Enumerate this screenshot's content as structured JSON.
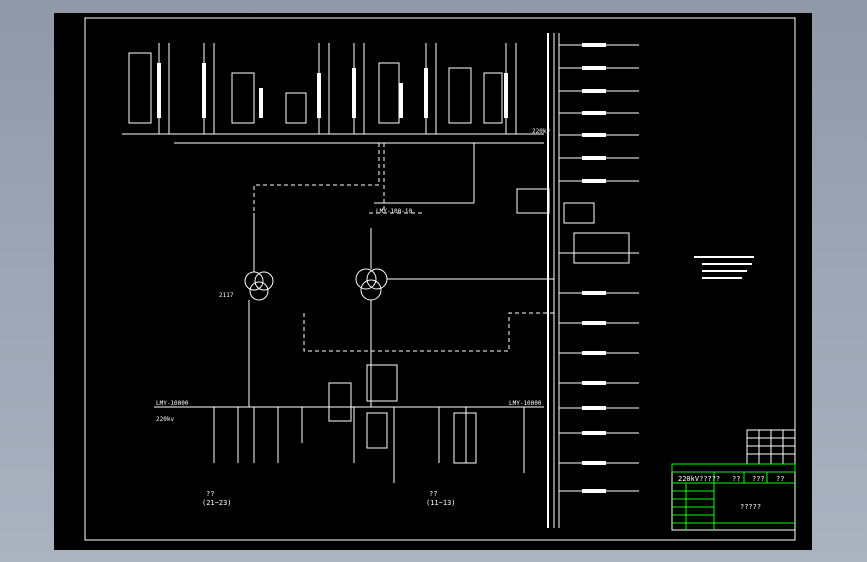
{
  "drawing": {
    "labels": {
      "transformer_left": "2117",
      "left_feeder_range": "(21~23)",
      "right_feeder_range": "(11~13)",
      "bus_left_220": "220kv",
      "bus_left_10": "LMY-10000",
      "bus_right_10": "LMY-10000",
      "top_bus_tag": "220kv",
      "mid_tag": "LMY-100-10",
      "feeder_tag_a": "??",
      "feeder_tag_b": "??"
    },
    "title_block": {
      "project": "220kV?????",
      "col1": "??",
      "col2": "???",
      "col3": "??",
      "drawing_name": "?????"
    }
  },
  "colors": {
    "sheet": "#000000",
    "lines": "#ffffff",
    "highlight": "#00ff00",
    "frame_bg": "#9aa4b2"
  }
}
